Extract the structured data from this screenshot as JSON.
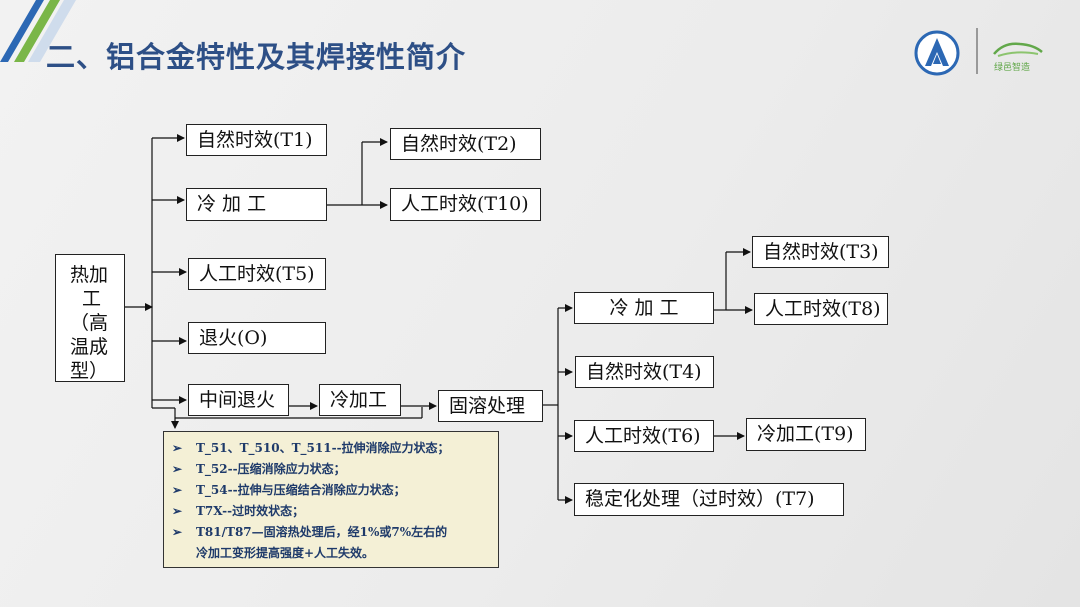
{
  "slide": {
    "title": "二、铝合金特性及其焊接性简介",
    "logo_text": "绿邑智造"
  },
  "diagram": {
    "root": "热加工（高温成型）",
    "root_lines": [
      "热加",
      "工",
      "（高",
      "温成",
      "型）"
    ],
    "nodes": {
      "n_t1": "自然时效(T1)",
      "n_cold1": "冷 加 工",
      "n_t5": "人工时效(T5)",
      "n_o": "退火(O)",
      "n_mid_anneal": "中间退火",
      "n_cold2": "冷加工",
      "n_t2": "自然时效(T2)",
      "n_t10": "人工时效(T10)",
      "n_solution": "固溶处理",
      "n_cold3": "冷 加 工",
      "n_t3": "自然时效(T3)",
      "n_t8": "人工时效(T8)",
      "n_t4": "自然时效(T4)",
      "n_t6": "人工时效(T6)",
      "n_t9": "冷加工(T9)",
      "n_t7": "稳定化处理（过时效）(T7)"
    }
  },
  "notes": {
    "bullet": "➢",
    "items": [
      "T_51、T_510、T_511--拉伸消除应力状态；",
      "T_52--压缩消除应力状态；",
      "T_54--拉伸与压缩结合消除应力状态；",
      "T7X--过时效状态；",
      "T81/T87—固溶热处理后，经1%或7%左右的"
    ],
    "continuation": "冷加工变形提高强度+人工失效。"
  },
  "colors": {
    "title": "#2d4f86",
    "note_bg": "#f4f0d6",
    "note_text": "#1e3a6a",
    "deco_blue": "#2c68b4",
    "deco_green": "#7ab648"
  },
  "icons": [
    "company-logo-icon",
    "car-logo-icon"
  ]
}
